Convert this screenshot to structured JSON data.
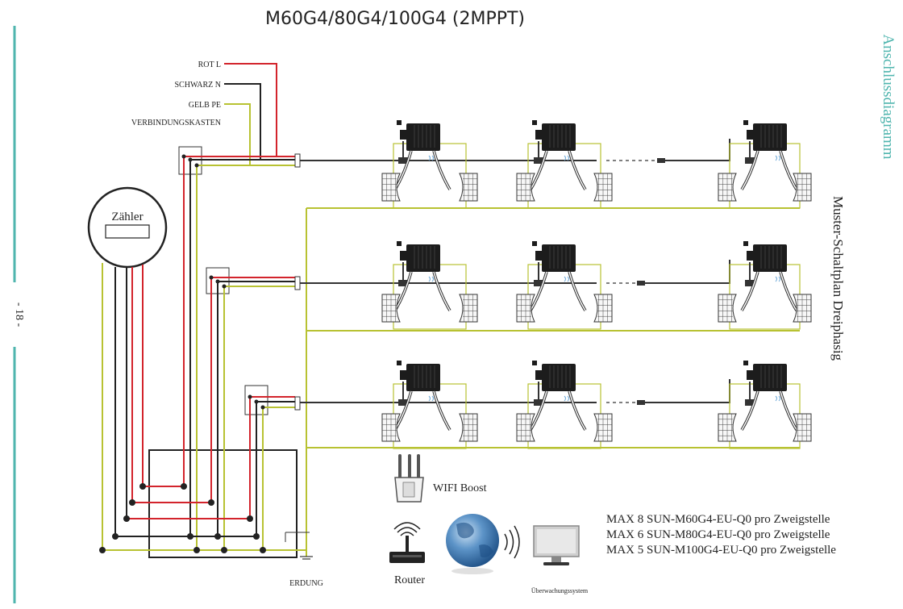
{
  "title": "M60G4/80G4/100G4 (2MPPT)",
  "side_title": "Anschlussdiagramm",
  "side_subtitle": "Muster-Schaltplan Dreiphasig",
  "page_number": "- 18 -",
  "wire_labels": {
    "rot": "ROT L",
    "schwarz": "SCHWARZ N",
    "gelb": "GELB PE",
    "box": "VERBINDUNGSKASTEN"
  },
  "meter_label": "Zähler",
  "ground_label": "ERDUNG",
  "wifi_label": "WIFI Boost",
  "router_label": "Router",
  "monitor_label": "Überwachungssystem",
  "max_lines": [
    "MAX 8 SUN-M60G4-EU-Q0 pro Zweigstelle",
    "MAX 6 SUN-M80G4-EU-Q0 pro Zweigstelle",
    "MAX 5 SUN-M100G4-EU-Q0 pro Zweigstelle"
  ],
  "colors": {
    "red": "#d3242c",
    "black": "#222222",
    "yellow": "#b8c232",
    "teal": "#4fb5ae"
  },
  "icons": [
    "inverter-icon",
    "solar-panel-icon",
    "wifi-booster-icon",
    "router-icon",
    "globe-icon",
    "monitor-icon",
    "wifi-signal-icon"
  ]
}
